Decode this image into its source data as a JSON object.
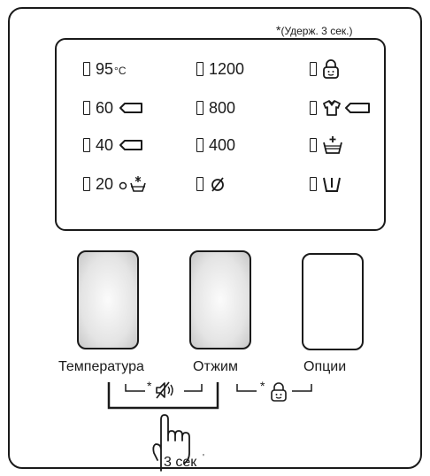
{
  "hold_note": {
    "star": "*",
    "text": "(Удерж. 3 сек.)"
  },
  "temperatures": [
    {
      "value": "95",
      "unit": "°C"
    },
    {
      "value": "60"
    },
    {
      "value": "40"
    },
    {
      "value": "20"
    }
  ],
  "spin_speeds": [
    "1200",
    "800",
    "400"
  ],
  "options": [
    "child-lock",
    "easy-iron",
    "extra-rinse",
    "prewash"
  ],
  "buttons": {
    "temperature": "Температура",
    "spin": "Отжим",
    "options": "Опции"
  },
  "combos": {
    "sound_star": "*",
    "lock_star": "*",
    "hold_time": "3 сек"
  }
}
